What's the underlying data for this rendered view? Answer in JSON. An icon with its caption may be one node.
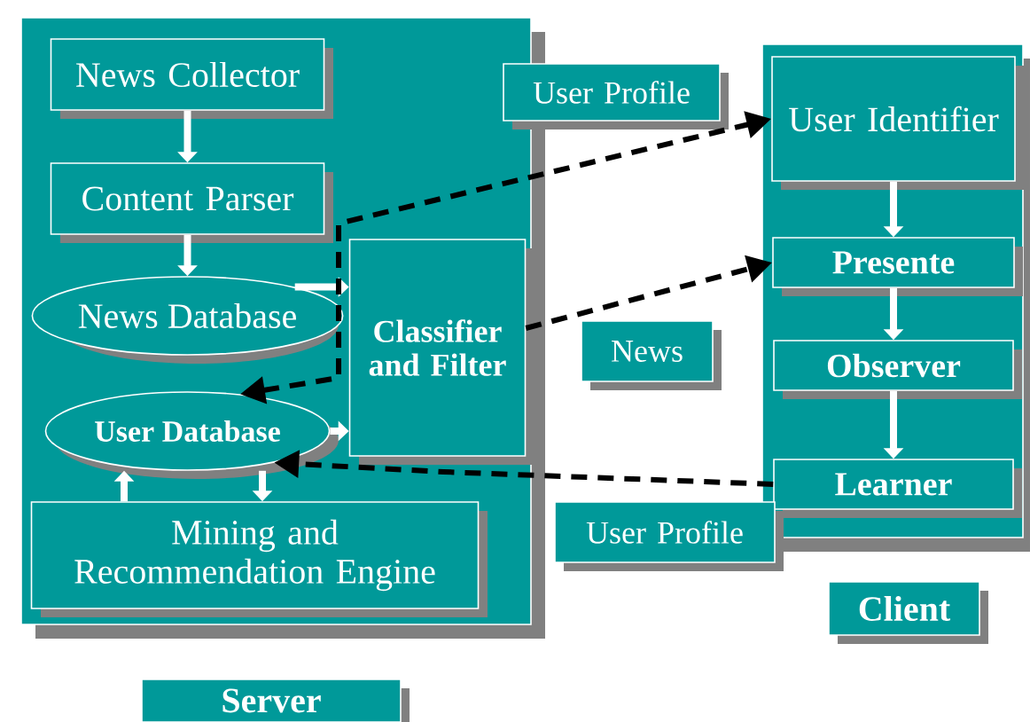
{
  "diagram": {
    "nodes": [
      {
        "text": [],
        "shape": "box"
      },
      {
        "text": [
          "News Collector"
        ],
        "in": 0
      },
      {
        "text": [
          "Content Parser"
        ],
        "in": 0
      },
      {
        "text": [
          "News Database"
        ],
        "in": 0
      },
      {
        "text": [
          "Classifier and Filter"
        ],
        "in": 0
      },
      {
        "text": [
          "User Database"
        ],
        "in": 0
      },
      {
        "text": [
          "Mining and Recommendation Engine"
        ],
        "in": 0
      },
      {
        "text": [],
        "shape": "box"
      },
      {
        "text": [
          "User Identifier"
        ],
        "in": 7
      },
      {
        "text": [
          "Presente"
        ],
        "in": 7
      },
      {
        "text": [
          "Observer"
        ],
        "in": 7
      },
      {
        "text": [
          "Learner"
        ],
        "in": 7
      },
      {
        "text": [
          "Server"
        ]
      },
      {
        "text": [
          "Client"
        ]
      },
      {
        "text": [
          "User Profile"
        ]
      },
      {
        "text": [
          "News"
        ]
      },
      {
        "text": [
          "User Profile"
        ]
      }
    ],
    "edges": [
      {
        "from": 1,
        "to": 2,
        "arrow": "to"
      },
      {
        "from": 2,
        "to": 3,
        "arrow": "to"
      },
      {
        "from": 3,
        "to": 4,
        "arrow": "to"
      },
      {
        "from": 5,
        "to": 4,
        "arrow": "to"
      },
      {
        "from": 6,
        "to": 5,
        "arrow": "to"
      },
      {
        "from": 5,
        "to": 6,
        "arrow": "to"
      },
      {
        "from": 5,
        "to": 8,
        "arrow": "both",
        "style": "dashed",
        "color": "#000000"
      },
      {
        "from": 4,
        "to": 9,
        "arrow": "to",
        "style": "dashed",
        "color": "#000000"
      },
      {
        "from": 11,
        "to": 5,
        "arrow": "to",
        "style": "dashed",
        "color": "#000000"
      },
      {
        "from": 8,
        "to": 9,
        "arrow": "to"
      },
      {
        "from": 9,
        "to": 10,
        "arrow": "to"
      },
      {
        "from": 10,
        "to": 11,
        "arrow": "to"
      }
    ]
  }
}
